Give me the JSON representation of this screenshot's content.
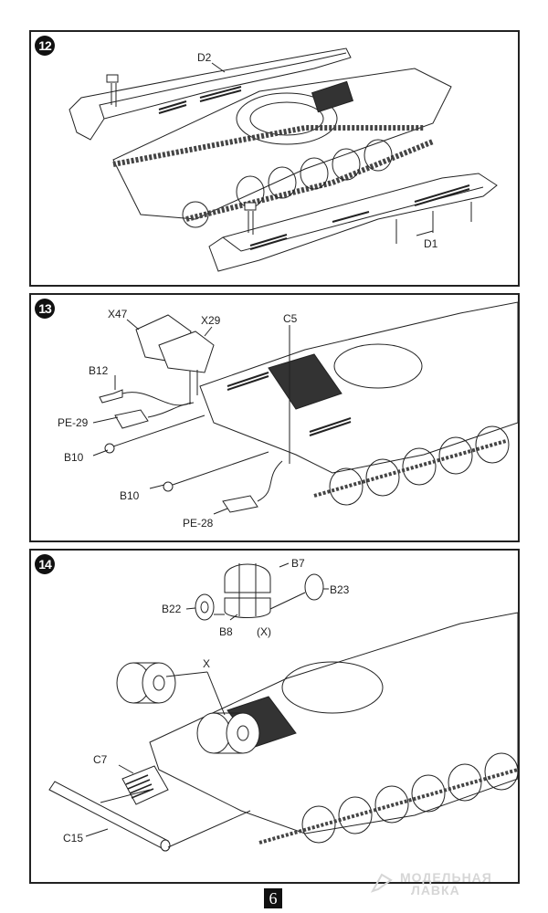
{
  "page": {
    "number": "6",
    "watermark": {
      "line1": "МОДЕЛЬНАЯ",
      "line2": "ЛАВКА"
    }
  },
  "steps": [
    {
      "number": "12",
      "parts": [
        "D2",
        "D1"
      ]
    },
    {
      "number": "13",
      "parts": [
        "X47",
        "X29",
        "C5",
        "B12",
        "PE-29",
        "B10",
        "B10",
        "PE-28"
      ]
    },
    {
      "number": "14",
      "parts": [
        "B7",
        "B23",
        "B22",
        "B8",
        "(X)",
        "X",
        "C7",
        "C15"
      ]
    }
  ]
}
